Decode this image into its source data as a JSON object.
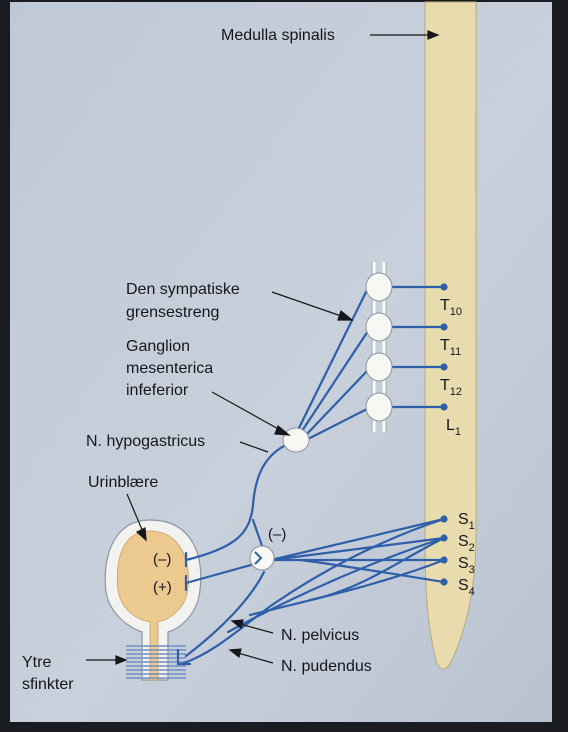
{
  "labels": {
    "medulla": "Medulla spinalis",
    "sympathetic_line1": "Den sympatiske",
    "sympathetic_line2": "grensestreng",
    "ganglion_line1": "Ganglion",
    "ganglion_line2": "mesenterica",
    "ganglion_line3": "infeferior",
    "hypogastricus": "N. hypogastricus",
    "bladder": "Urinblære",
    "sphincter_line1": "Ytre",
    "sphincter_line2": "sfinkter",
    "pelvicus": "N. pelvicus",
    "pudendus": "N. pudendus"
  },
  "signs": {
    "bladder_minus": "(–)",
    "bladder_plus": "(+)",
    "ganglion_minus": "(–)"
  },
  "segments": [
    {
      "letter": "T",
      "sub": "10"
    },
    {
      "letter": "T",
      "sub": "11"
    },
    {
      "letter": "T",
      "sub": "12"
    },
    {
      "letter": "L",
      "sub": "1"
    },
    {
      "letter": "S",
      "sub": "1"
    },
    {
      "letter": "S",
      "sub": "2"
    },
    {
      "letter": "S",
      "sub": "3"
    },
    {
      "letter": "S",
      "sub": "4"
    }
  ],
  "colors": {
    "nerve": "#2f5fa8",
    "spinal_cord": "#e8dcae",
    "bladder_fill": "#ecc98f",
    "background": "#c4cdd9",
    "sphincter": "#6f8dc4"
  }
}
